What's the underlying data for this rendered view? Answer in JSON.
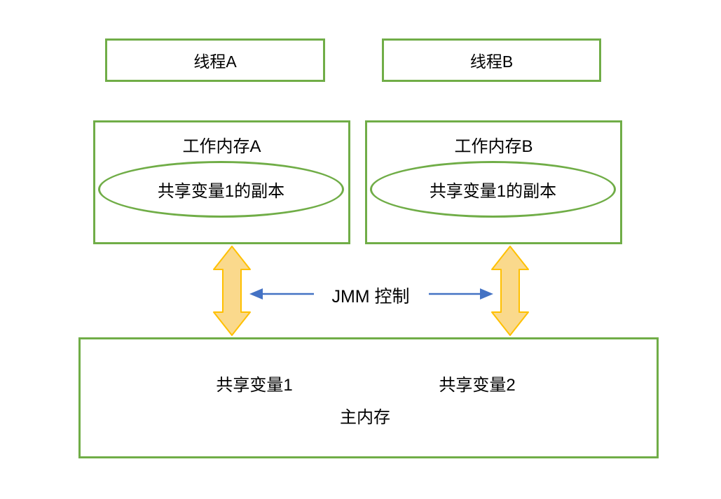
{
  "colors": {
    "box_border_green": "#70AD47",
    "arrow_fill_orange": "#FAD98C",
    "arrow_stroke_orange": "#FFC000",
    "control_arrow_blue": "#4472C4",
    "text_color": "#000000",
    "bg": "#FFFFFF"
  },
  "nodes": {
    "thread_a": {
      "label": "线程A"
    },
    "thread_b": {
      "label": "线程B"
    },
    "working_memory_a": {
      "title": "工作内存A",
      "variable_copy": "共享变量1的副本"
    },
    "working_memory_b": {
      "title": "工作内存B",
      "variable_copy": "共享变量1的副本"
    },
    "main_memory": {
      "title": "主内存",
      "shared_variable_1": "共享变量1",
      "shared_variable_2": "共享变量2"
    }
  },
  "connections": {
    "jmm_control_label": "JMM 控制",
    "up_down_arrow_a": "double-headed vertical arrow between working memory A and main memory",
    "up_down_arrow_b": "double-headed vertical arrow between working memory B and main memory"
  }
}
